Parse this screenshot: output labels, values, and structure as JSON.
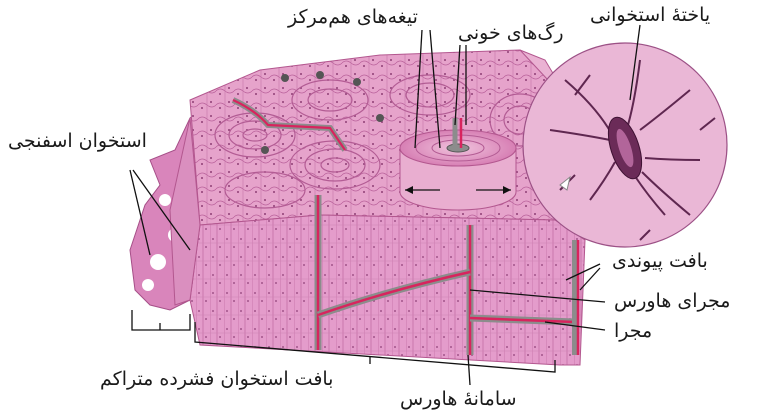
{
  "labels": {
    "bone_cell": "یاختهٔ استخوانی",
    "lamellae": "تیغه‌های هم‌مرکز",
    "blood_vessels": "رگ‌های خونی",
    "spongy_bone": "استخوان اسفنجی",
    "connective_tissue": "بافت پیوندی",
    "haversian_canal": "مجرای هاورس",
    "canal": "مجرا",
    "compact_bone": "بافت استخوان فشرده متراکم",
    "haversian_system": "سامانهٔ هاورس"
  },
  "colors": {
    "bone_pink": "#e29ac5",
    "bone_dark": "#c46aa2",
    "vessel_red": "#d8245e",
    "vessel_grey": "#8c8c8c",
    "line": "#111111"
  }
}
